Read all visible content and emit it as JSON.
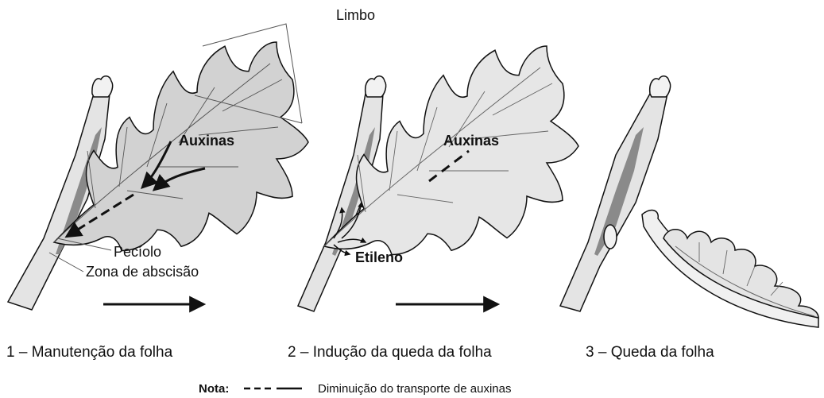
{
  "labels": {
    "limbo": "Limbo",
    "auxinas_1": "Auxinas",
    "auxinas_2": "Auxinas",
    "peciolo": "Pecíolo",
    "zona": "Zona de abscisão",
    "etileno": "Etileno"
  },
  "captions": {
    "stage1": "1 – Manutenção da folha",
    "stage2": "2 – Indução da queda da folha",
    "stage3": "3 – Queda da folha"
  },
  "note": {
    "title": "Nota:",
    "text": "Diminuição do transporte de auxinas"
  },
  "colors": {
    "leaf_fill": "#d2d2d2",
    "leaf_fill_light": "#e6e6e6",
    "stem_fill": "#e4e4e4",
    "stem_shadow": "#8a8a8a",
    "ink": "#111111"
  }
}
